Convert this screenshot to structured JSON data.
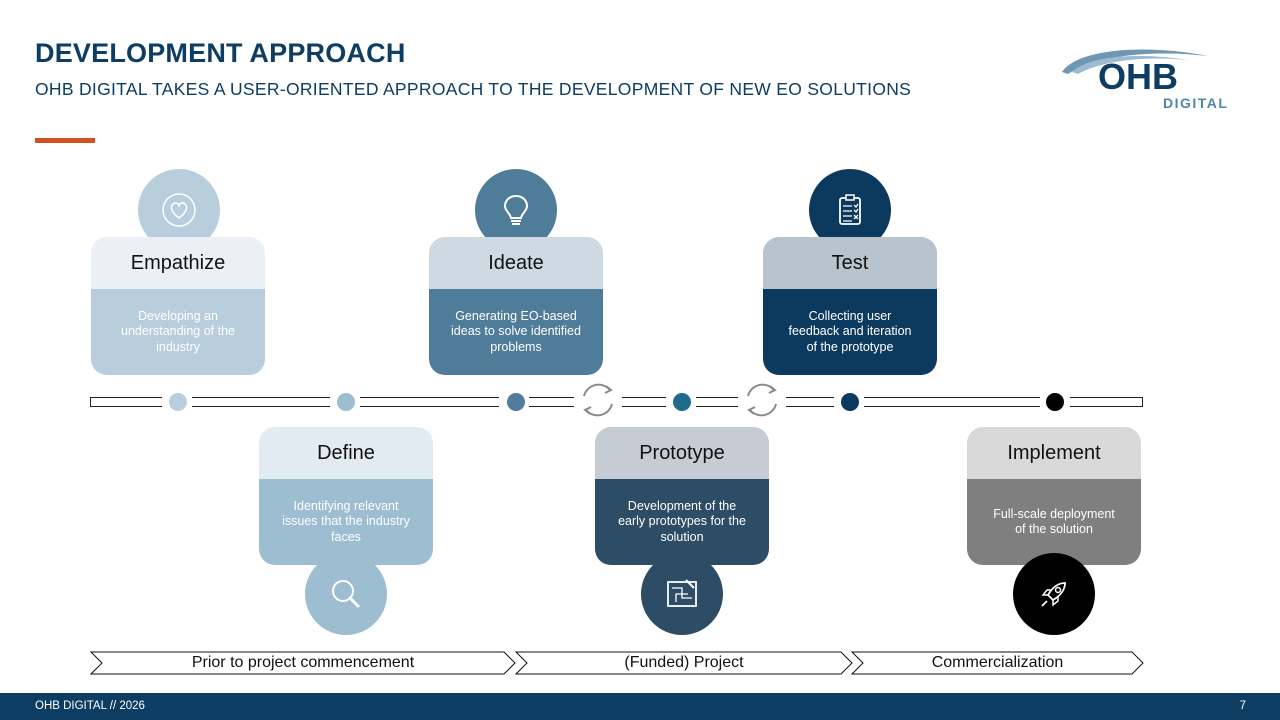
{
  "slide": {
    "title": "DEVELOPMENT APPROACH",
    "subtitle": "OHB DIGITAL TAKES A USER-ORIENTED APPROACH TO THE DEVELOPMENT OF NEW EO SOLUTIONS",
    "accent_color": "#d0531f"
  },
  "logo": {
    "main": "OHB",
    "sub": "DIGITAL"
  },
  "steps": [
    {
      "title": "Empathize",
      "description": "Developing an understanding of the industry",
      "icon": "heart-icon"
    },
    {
      "title": "Define",
      "description": "Identifying relevant issues that the industry faces",
      "icon": "magnifier-icon"
    },
    {
      "title": "Ideate",
      "description": "Generating EO-based ideas to solve identified problems",
      "icon": "lightbulb-icon"
    },
    {
      "title": "Prototype",
      "description": "Development of the early prototypes for the solution",
      "icon": "blueprint-icon"
    },
    {
      "title": "Test",
      "description": "Collecting user feedback and iteration of the prototype",
      "icon": "clipboard-checklist-icon"
    },
    {
      "title": "Implement",
      "description": "Full-scale deployment of the solution",
      "icon": "rocket-icon"
    }
  ],
  "phases": [
    "Prior to project commencement",
    "(Funded) Project",
    "Commercialization"
  ],
  "footer": {
    "left": "OHB DIGITAL // 2026",
    "page": "7"
  },
  "colors": {
    "navy": "#0d3d62",
    "empathize": "#b8cedd",
    "define": "#9dbdd1",
    "ideate": "#4e7c99",
    "prototype": "#2d4c66",
    "test": "#0c3a5e",
    "implement": "#7f7f7f"
  }
}
